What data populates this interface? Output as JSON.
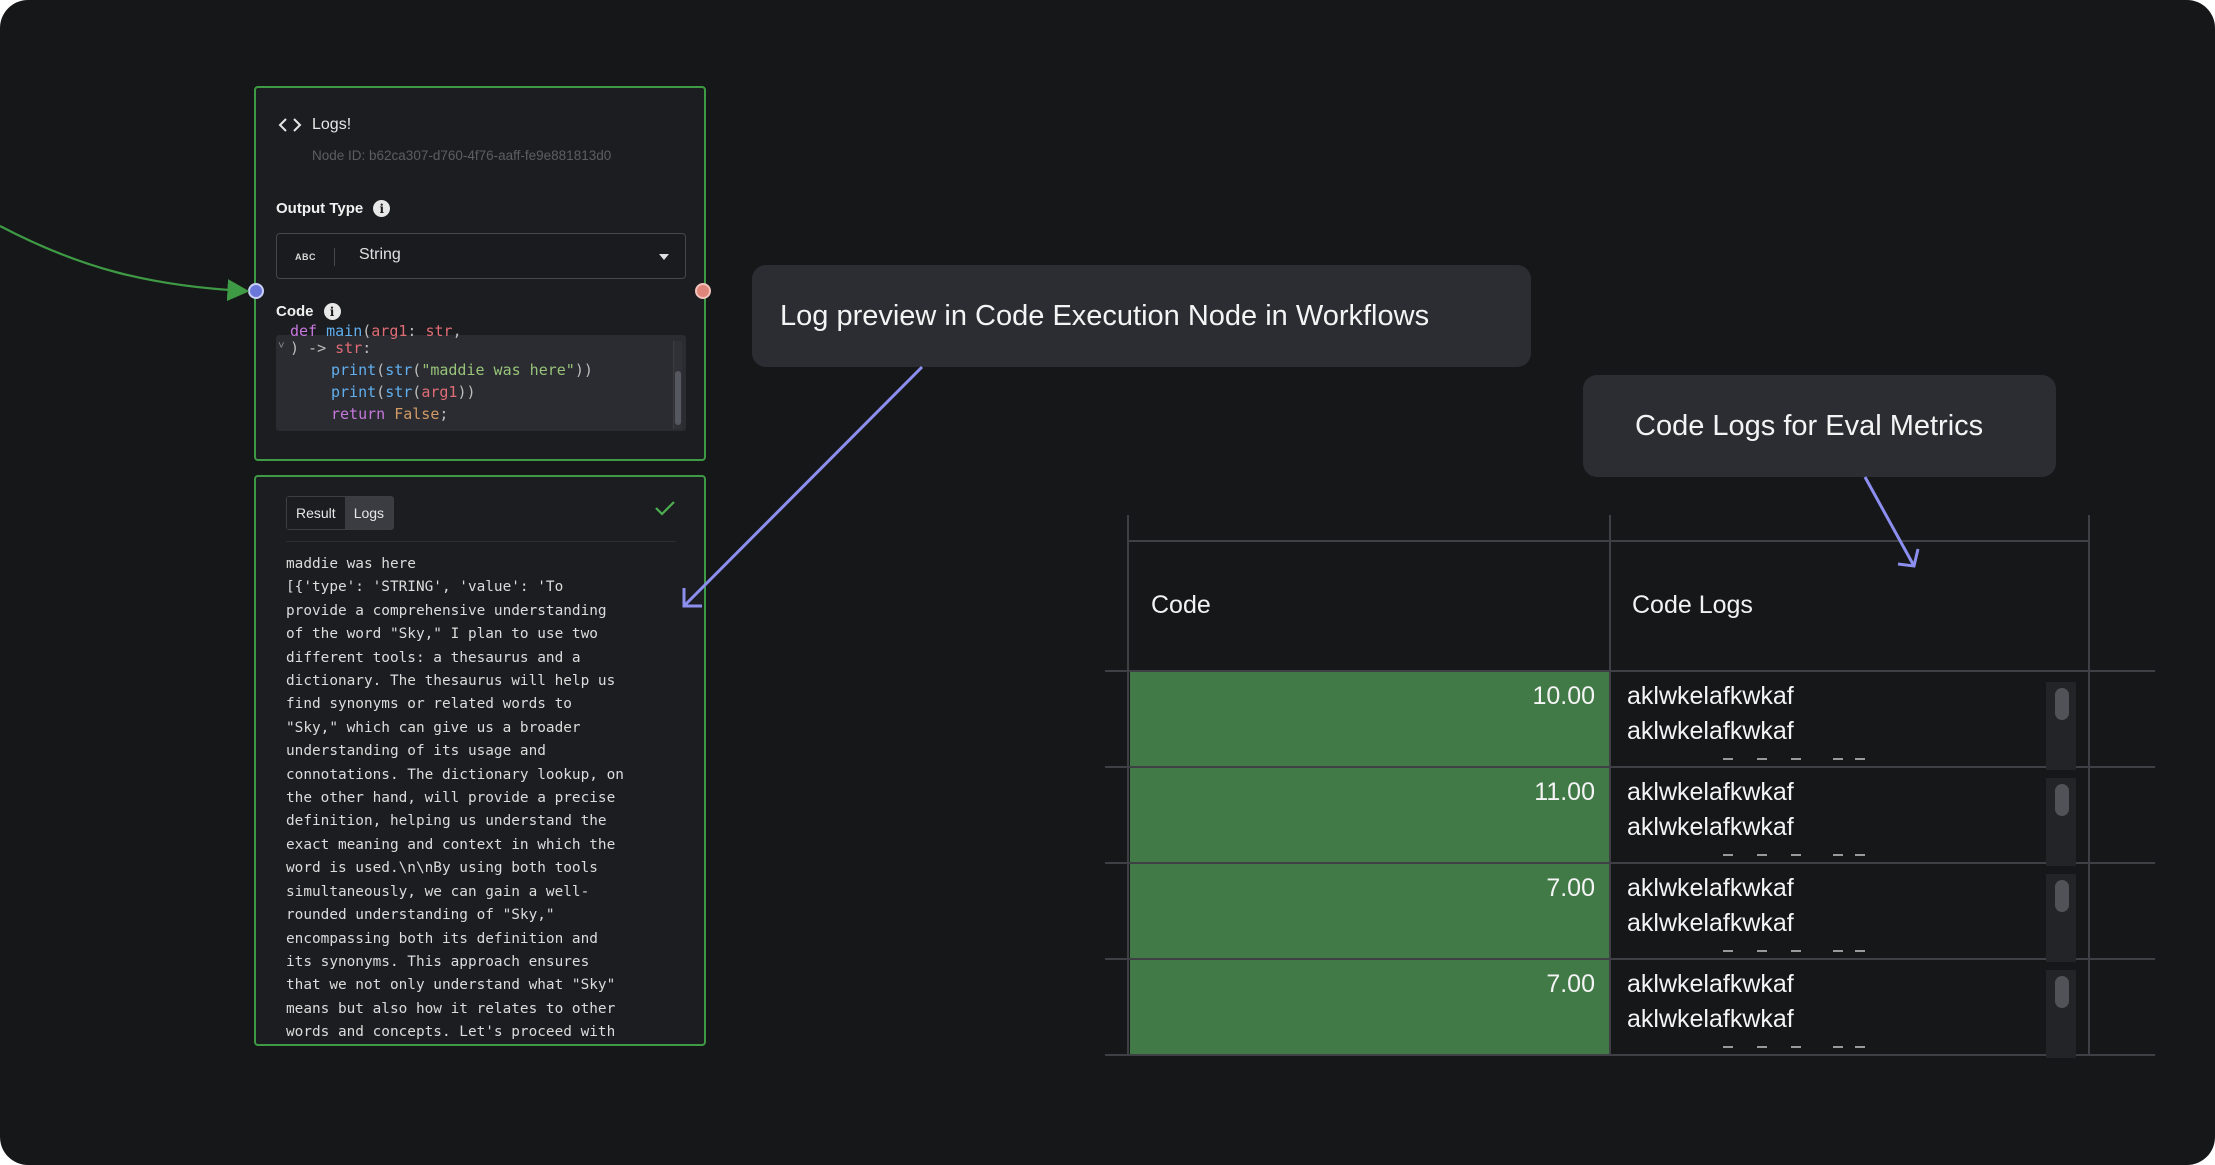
{
  "node": {
    "title": "Logs!",
    "node_id": "Node ID: b62ca307-d760-4f76-aaff-fe9e881813d0",
    "output_type_label": "Output Type",
    "output_type_badge": "ABC",
    "output_type_value": "String",
    "code_label": "Code",
    "code_lines": [
      "def main(arg1: str,",
      ") -> str:",
      "print(str(\"maddie was here\"))",
      "print(str(arg1))",
      "return False;"
    ]
  },
  "logs_panel": {
    "tabs": [
      "Result",
      "Logs"
    ],
    "active_tab": "Logs",
    "log_lines": [
      "maddie was here",
      "[{'type': 'STRING', 'value': 'To",
      "provide a comprehensive understanding",
      "of the word \"Sky,\" I plan to use two",
      "different tools: a thesaurus and a",
      "dictionary. The thesaurus will help us",
      "find synonyms or related words to",
      "\"Sky,\" which can give us a broader",
      "understanding of its usage and",
      "connotations. The dictionary lookup, on",
      "the other hand, will provide a precise",
      "definition, helping us understand the",
      "exact meaning and context in which the",
      "word is used.\\n\\nBy using both tools",
      "simultaneously, we can gain a well-",
      "rounded understanding of \"Sky,\"",
      "encompassing both its definition and",
      "its synonyms. This approach ensures",
      "that we not only understand what \"Sky\"",
      "means but also how it relates to other",
      "words and concepts. Let's proceed with"
    ]
  },
  "callouts": {
    "workflow": "Log preview in Code Execution Node in Workflows",
    "eval": "Code Logs for Eval Metrics"
  },
  "eval_table": {
    "headers": [
      "Code",
      "Code Logs"
    ],
    "rows": [
      {
        "score": "10.00",
        "logs": [
          "aklwkelafkwkaf",
          "aklwkelafkwkaf"
        ]
      },
      {
        "score": "11.00",
        "logs": [
          "aklwkelafkwkaf",
          "aklwkelafkwkaf"
        ]
      },
      {
        "score": "7.00",
        "logs": [
          "aklwkelafkwkaf",
          "aklwkelafkwkaf"
        ]
      },
      {
        "score": "7.00",
        "logs": [
          "aklwkelafkwkaf",
          "aklwkelafkwkaf"
        ]
      }
    ]
  },
  "colors": {
    "background": "#161719",
    "node_border": "#3f9a45",
    "score_cell": "#427a47",
    "arrow": "#8c8ef0"
  },
  "icons": [
    "code-brackets-icon",
    "info-icon",
    "chevron-down-icon",
    "check-icon"
  ]
}
